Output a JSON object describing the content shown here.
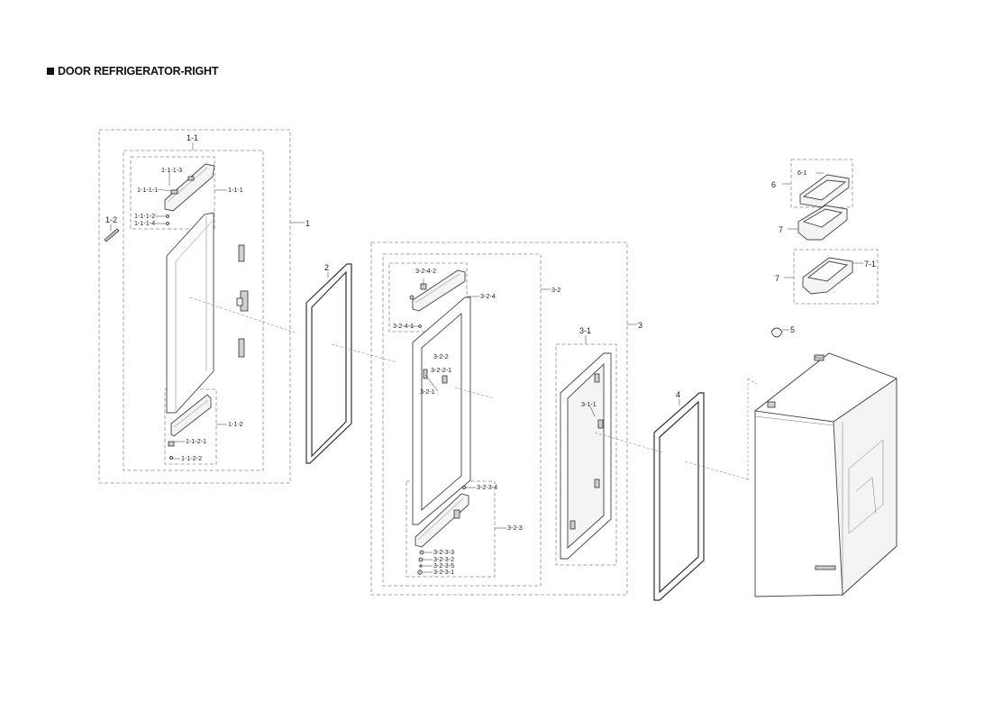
{
  "header": {
    "title": "DOOR REFRIGERATOR-RIGHT"
  },
  "labels": {
    "l1": "1",
    "l1_1": "1-1",
    "l1_1_1": "1-1-1",
    "l1_1_1_1": "1-1-1-1",
    "l1_1_1_2": "1-1-1-2",
    "l1_1_1_3": "1-1-1-3",
    "l1_1_1_4": "1-1-1-4",
    "l1_1_2": "1-1-2",
    "l1_1_2_1": "1-1-2-1",
    "l1_1_2_2": "1-1-2-2",
    "l1_2": "1-2",
    "l2": "2",
    "l3": "3",
    "l3_1": "3-1",
    "l3_1_1": "3-1-1",
    "l3_2": "3-2",
    "l3_2_1": "3-2-1",
    "l3_2_2": "3-2-2",
    "l3_2_2_1": "3-2-2-1",
    "l3_2_3": "3-2-3",
    "l3_2_3_1": "3-2-3-1",
    "l3_2_3_2": "3-2-3-2",
    "l3_2_3_3": "3-2-3-3",
    "l3_2_3_4": "3-2-3-4",
    "l3_2_3_5": "3-2-3-5",
    "l3_2_4": "3-2-4",
    "l3_2_4_1": "3-2-4-1",
    "l3_2_4_2": "3-2-4-2",
    "l4": "4",
    "l5": "5",
    "l6": "6",
    "l6_1": "6-1",
    "l7a": "7",
    "l7b": "7",
    "l7_1": "7-1"
  }
}
